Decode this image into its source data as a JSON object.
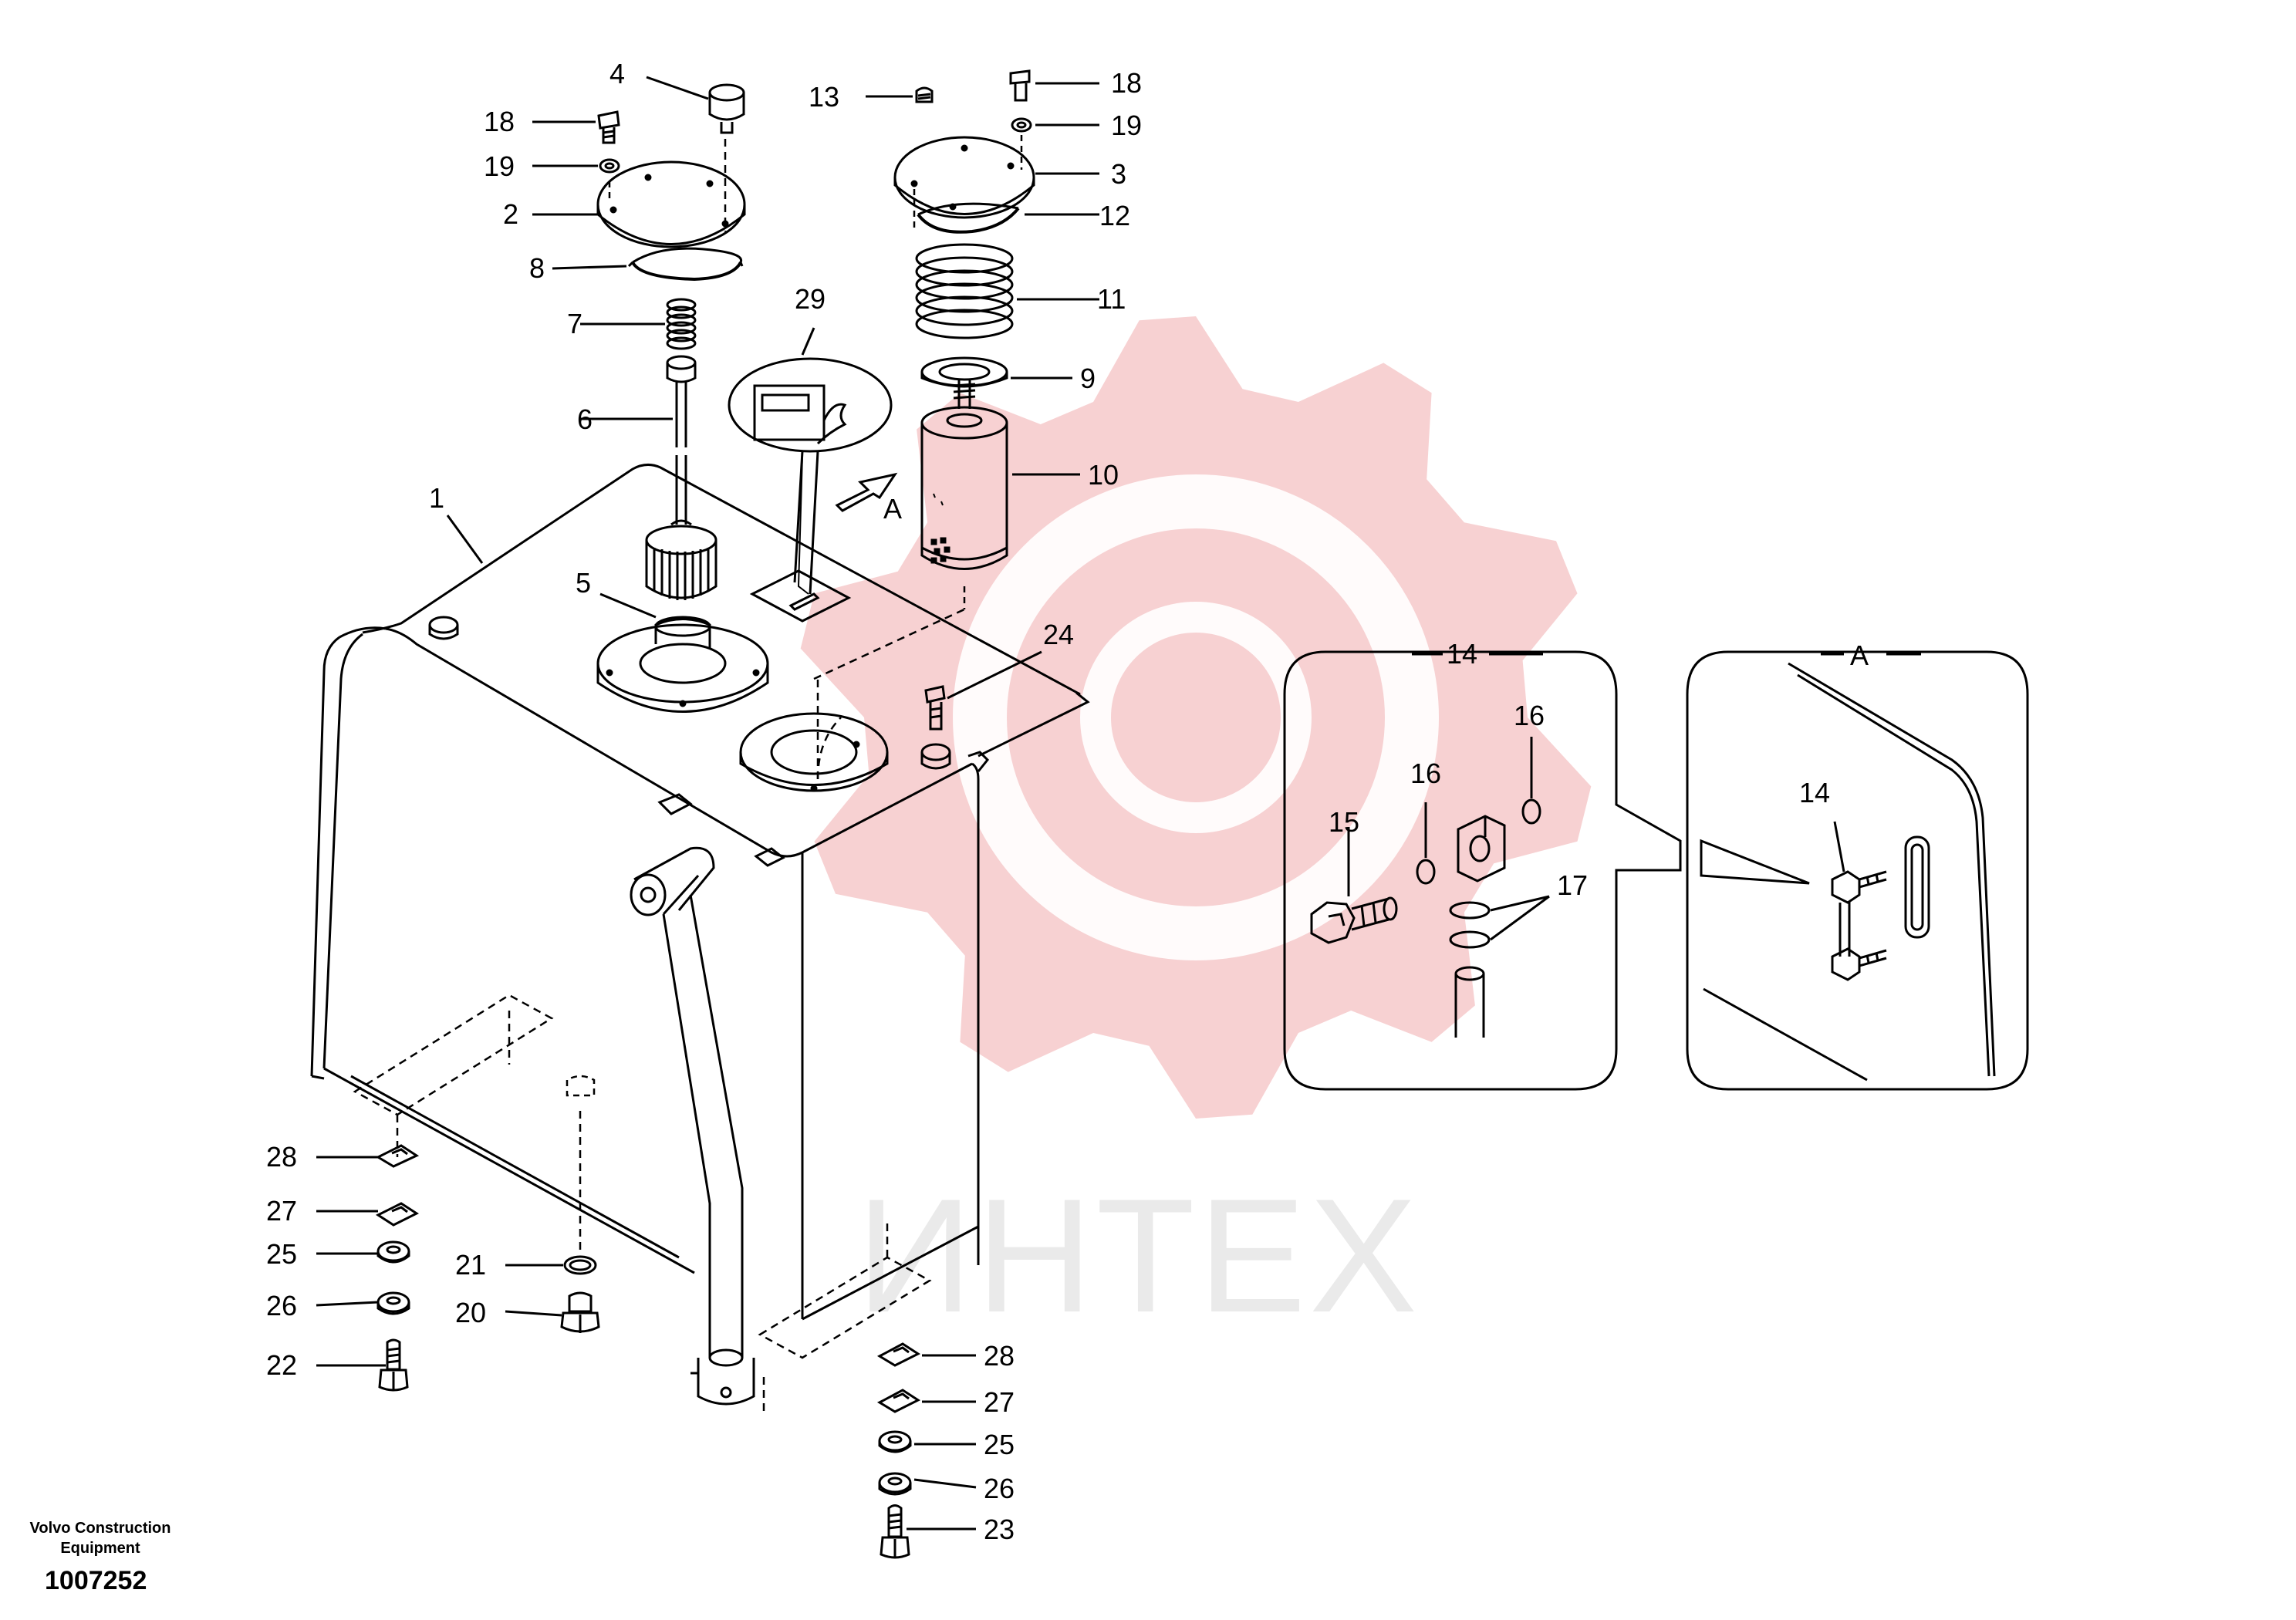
{
  "watermark": {
    "text": "ИНТЕХ",
    "color": "#f6c9ca"
  },
  "callouts": [
    {
      "id": "c-4",
      "text": "4"
    },
    {
      "id": "c-18a",
      "text": "18"
    },
    {
      "id": "c-19a",
      "text": "19"
    },
    {
      "id": "c-2",
      "text": "2"
    },
    {
      "id": "c-8",
      "text": "8"
    },
    {
      "id": "c-7",
      "text": "7"
    },
    {
      "id": "c-6",
      "text": "6"
    },
    {
      "id": "c-1",
      "text": "1"
    },
    {
      "id": "c-5",
      "text": "5"
    },
    {
      "id": "c-29",
      "text": "29"
    },
    {
      "id": "c-A1",
      "text": "A"
    },
    {
      "id": "c-13",
      "text": "13"
    },
    {
      "id": "c-18b",
      "text": "18"
    },
    {
      "id": "c-19b",
      "text": "19"
    },
    {
      "id": "c-3",
      "text": "3"
    },
    {
      "id": "c-12",
      "text": "12"
    },
    {
      "id": "c-11",
      "text": "11"
    },
    {
      "id": "c-9",
      "text": "9"
    },
    {
      "id": "c-10",
      "text": "10"
    },
    {
      "id": "c-24",
      "text": "24"
    },
    {
      "id": "c-28a",
      "text": "28"
    },
    {
      "id": "c-27a",
      "text": "27"
    },
    {
      "id": "c-25a",
      "text": "25"
    },
    {
      "id": "c-26a",
      "text": "26"
    },
    {
      "id": "c-22",
      "text": "22"
    },
    {
      "id": "c-21",
      "text": "21"
    },
    {
      "id": "c-20",
      "text": "20"
    },
    {
      "id": "c-28b",
      "text": "28"
    },
    {
      "id": "c-27b",
      "text": "27"
    },
    {
      "id": "c-25b",
      "text": "25"
    },
    {
      "id": "c-26b",
      "text": "26"
    },
    {
      "id": "c-23",
      "text": "23"
    },
    {
      "id": "c-14a",
      "text": "14"
    },
    {
      "id": "c-16a",
      "text": "16"
    },
    {
      "id": "c-16b",
      "text": "16"
    },
    {
      "id": "c-15",
      "text": "15"
    },
    {
      "id": "c-17",
      "text": "17"
    },
    {
      "id": "c-A2",
      "text": "A"
    },
    {
      "id": "c-14b",
      "text": "14"
    }
  ],
  "footer": {
    "brand": "Volvo Construction\nEquipment",
    "code": "1007252"
  }
}
